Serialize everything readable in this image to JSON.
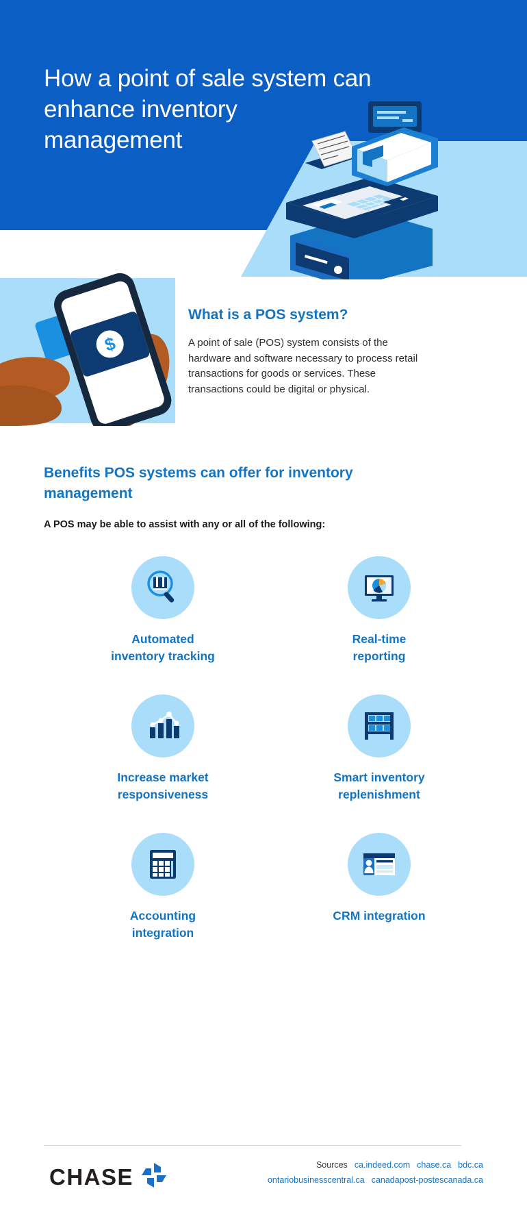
{
  "hero": {
    "title": "How a point of sale system can enhance inventory management",
    "illustration": "cash-register-illustration",
    "bg_color": "#0b5ec4"
  },
  "pos_section": {
    "illustration": "hand-holding-phone-payment-illustration",
    "heading": "What is a POS system?",
    "body": "A point of sale (POS) system consists of the hardware and software necessary to process retail transactions for goods or services. These transactions could be digital or physical."
  },
  "benefits": {
    "heading": "Benefits POS systems can offer for inventory management",
    "subheading": "A POS may be able to assist with any or all of the following:",
    "items": [
      {
        "icon": "magnifier-box-icon",
        "label": "Automated\ninventory tracking"
      },
      {
        "icon": "monitor-pie-chart-icon",
        "label": "Real-time\nreporting"
      },
      {
        "icon": "bar-chart-trend-icon",
        "label": "Increase market\nresponsiveness"
      },
      {
        "icon": "warehouse-shelf-icon",
        "label": "Smart inventory\nreplenishment"
      },
      {
        "icon": "calculator-icon",
        "label": "Accounting\nintegration"
      },
      {
        "icon": "contact-card-icon",
        "label": "CRM integration"
      }
    ]
  },
  "footer": {
    "logo_text": "CHASE",
    "logo_mark": "chase-octagon-icon",
    "sources_label": "Sources",
    "sources_line1": [
      "ca.indeed.com",
      "chase.ca",
      "bdc.ca"
    ],
    "sources_line2": [
      "ontariobusinesscentral.ca",
      "canadapost-postescanada.ca"
    ]
  },
  "colors": {
    "brand_blue": "#0b5ec4",
    "link_blue": "#1474c4",
    "navy": "#0d3a70",
    "light_blue": "#a9ddf9",
    "accent_yellow": "#f5a623",
    "skin": "#b35b23",
    "text_dark": "#2e2e2e"
  }
}
